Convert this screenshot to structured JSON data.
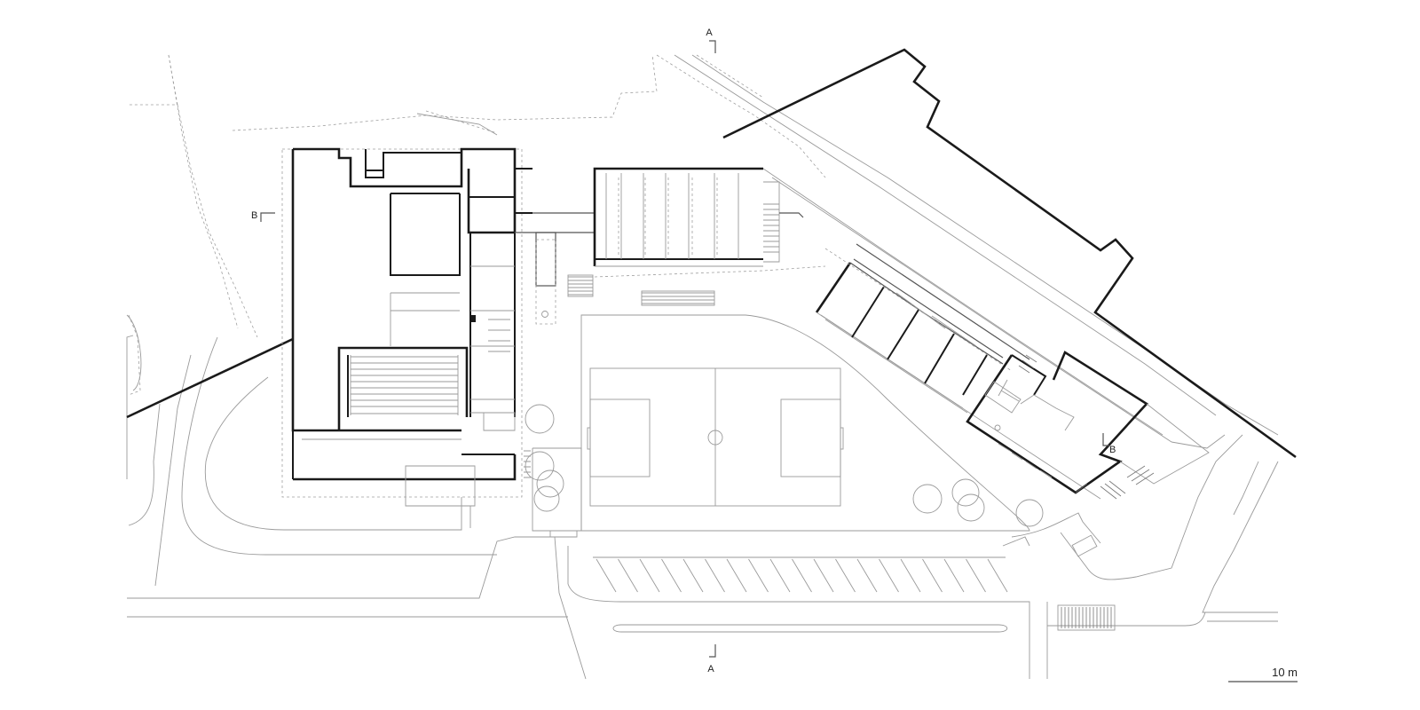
{
  "section_markers": {
    "a_top": "A",
    "a_bottom": "A",
    "b_left": "B",
    "b_right": "B"
  },
  "scale_bar": {
    "label": "10 m"
  }
}
